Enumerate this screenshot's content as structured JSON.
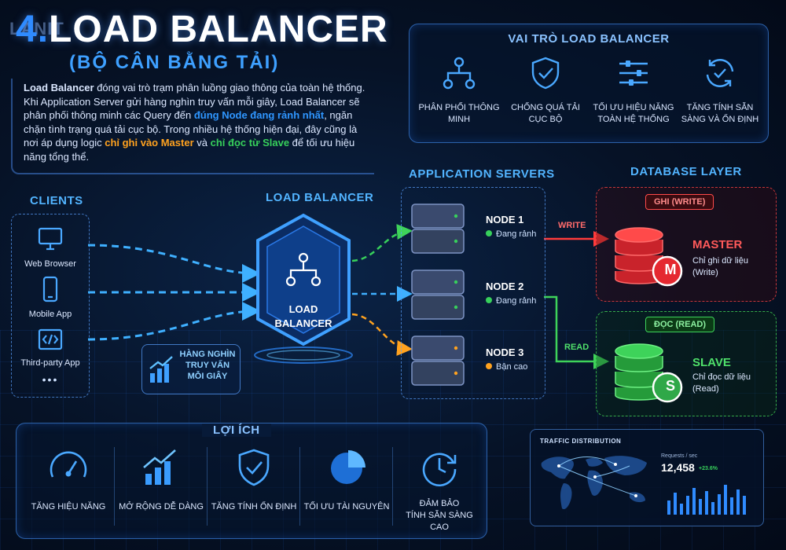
{
  "header": {
    "logo": "LANIT",
    "title_number": "4.",
    "title_text": "LOAD BALANCER",
    "subtitle": "(BỘ CÂN BẰNG TẢI)"
  },
  "intro": {
    "p1": "Load Balancer",
    "p2": " đóng vai trò trạm phân luồng giao thông của toàn hệ thống. Khi Application Server gửi hàng nghìn truy vấn mỗi giây, Load Balancer sẽ phân phối thông minh các Query đến ",
    "hl1": "đúng Node đang rảnh nhất",
    "p3": ", ngăn chặn tình trạng quá tải cục bộ. Trong nhiều hệ thống hiện đại, đây cũng là nơi áp dụng logic ",
    "hl2": "chỉ ghi vào Master",
    "p4": " và ",
    "hl3": "chỉ đọc từ Slave",
    "p5": " để tối ưu hiệu năng tổng thể."
  },
  "roles": {
    "title": "VAI TRÒ LOAD BALANCER",
    "items": [
      {
        "label": "PHÂN PHỐI THÔNG MINH",
        "icon": "distribution-tree-icon"
      },
      {
        "label": "CHỐNG QUÁ TẢI CỤC BỘ",
        "icon": "shield-check-icon"
      },
      {
        "label": "TỐI ƯU HIỆU NĂNG TOÀN HỆ THỐNG",
        "icon": "sliders-icon"
      },
      {
        "label": "TĂNG TÍNH SẴN SÀNG VÀ ỔN ĐỊNH",
        "icon": "refresh-check-icon"
      }
    ]
  },
  "clients": {
    "title": "CLIENTS",
    "items": [
      {
        "label": "Web Browser",
        "icon": "monitor-icon"
      },
      {
        "label": "Mobile App",
        "icon": "mobile-icon"
      },
      {
        "label": "Third-party App",
        "icon": "code-icon"
      },
      {
        "label": "•••",
        "icon": "more-icon"
      }
    ]
  },
  "lb": {
    "title": "LOAD BALANCER",
    "line1": "LOAD",
    "line2": "BALANCER"
  },
  "requests_note": {
    "line1": "HÀNG NGHÌN",
    "line2": "TRUY VẤN",
    "line3": "MỖI GIÂY"
  },
  "app_servers": {
    "title": "APPLICATION SERVERS",
    "nodes": [
      {
        "name": "NODE 1",
        "status": "Đang rảnh",
        "status_color": "#37d05b"
      },
      {
        "name": "NODE 2",
        "status": "Đang rảnh",
        "status_color": "#37d05b"
      },
      {
        "name": "NODE 3",
        "status": "Bận cao",
        "status_color": "#ffa21f"
      }
    ]
  },
  "database": {
    "title": "DATABASE LAYER",
    "write_label": "WRITE",
    "read_label": "READ",
    "master": {
      "pill": "GHI (WRITE)",
      "name": "MASTER",
      "desc1": "Chỉ ghi dữ liệu",
      "desc2": "(Write)",
      "badge": "M",
      "color": "#ff3b3b"
    },
    "slave": {
      "pill": "ĐỌC (READ)",
      "name": "SLAVE",
      "desc1": "Chỉ đọc dữ liệu",
      "desc2": "(Read)",
      "badge": "S",
      "color": "#3ed35a"
    }
  },
  "benefits": {
    "title": "LỢI ÍCH",
    "items": [
      {
        "label1": "TĂNG HIỆU NĂNG",
        "label2": "",
        "icon": "speedometer-icon"
      },
      {
        "label1": "MỞ RỘNG DỄ DÀNG",
        "label2": "",
        "icon": "growth-chart-icon"
      },
      {
        "label1": "TĂNG TÍNH ỔN ĐỊNH",
        "label2": "",
        "icon": "shield-check-icon"
      },
      {
        "label1": "TỐI ƯU TÀI NGUYÊN",
        "label2": "",
        "icon": "pie-chart-icon"
      },
      {
        "label1": "ĐẢM BẢO",
        "label2": "TÍNH SẴN SÀNG CAO",
        "icon": "clock-refresh-icon"
      }
    ]
  },
  "traffic": {
    "title": "TRAFFIC DISTRIBUTION",
    "metric_label": "Requests / sec",
    "metric_value": "12,458",
    "metric_change": "+23.6%"
  },
  "colors": {
    "accent": "#2f8bff",
    "write": "#ff3b3b",
    "read": "#3ed35a",
    "busy": "#ffa21f",
    "idle_link": "#37d05b"
  }
}
